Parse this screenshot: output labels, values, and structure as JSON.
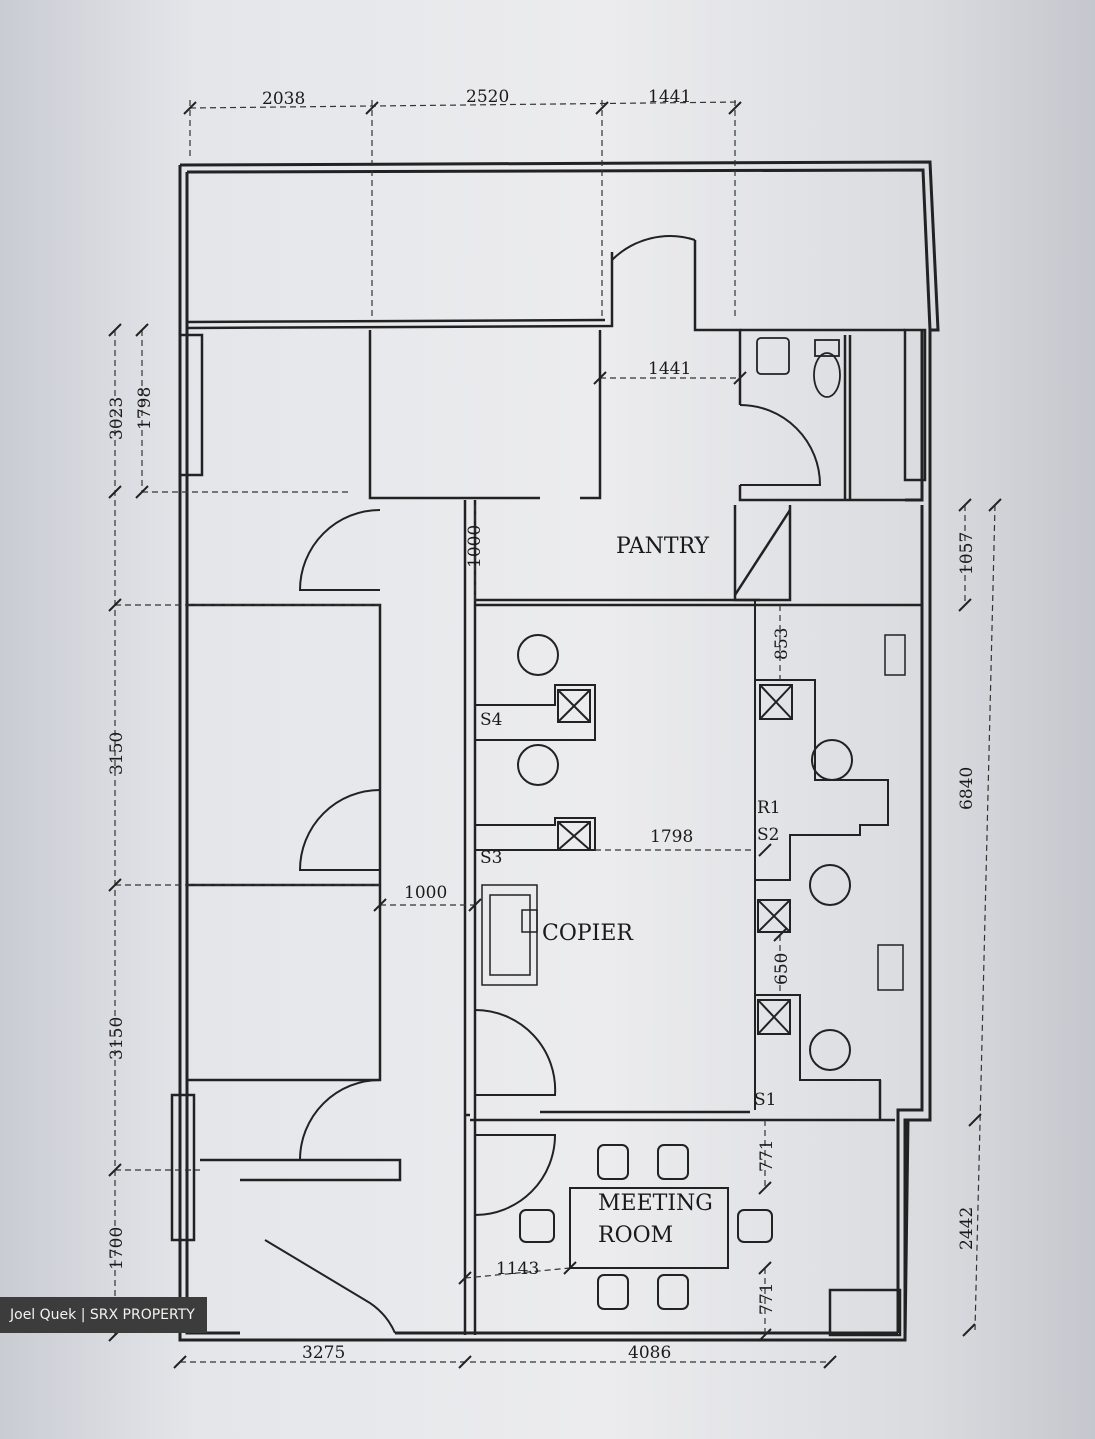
{
  "rooms": {
    "pantry": "PANTRY",
    "copier": "COPIER",
    "meeting_line1": "MEETING",
    "meeting_line2": "ROOM"
  },
  "tags": {
    "s1": "S1",
    "s2": "S2",
    "s3": "S3",
    "s4": "S4",
    "r1": "R1"
  },
  "dimensions": {
    "top_1": "2038",
    "top_2": "2520",
    "top_3": "1441",
    "pantry_door": "1441",
    "left_1798": "1798",
    "left_3023": "3023",
    "left_3150_a": "3150",
    "left_3150_b": "3150",
    "left_1700": "1700",
    "corridor_1000_v": "1000",
    "corridor_1000_h": "1000",
    "desk_853": "853",
    "desk_1798": "1798",
    "desk_650": "650",
    "right_1057": "1057",
    "right_6840": "6840",
    "right_2442": "2442",
    "meeting_771_a": "771",
    "meeting_771_b": "771",
    "meeting_1143": "1143",
    "bottom_3275": "3275",
    "bottom_4086": "4086"
  },
  "watermark": "Joel Quek | SRX PROPERTY"
}
